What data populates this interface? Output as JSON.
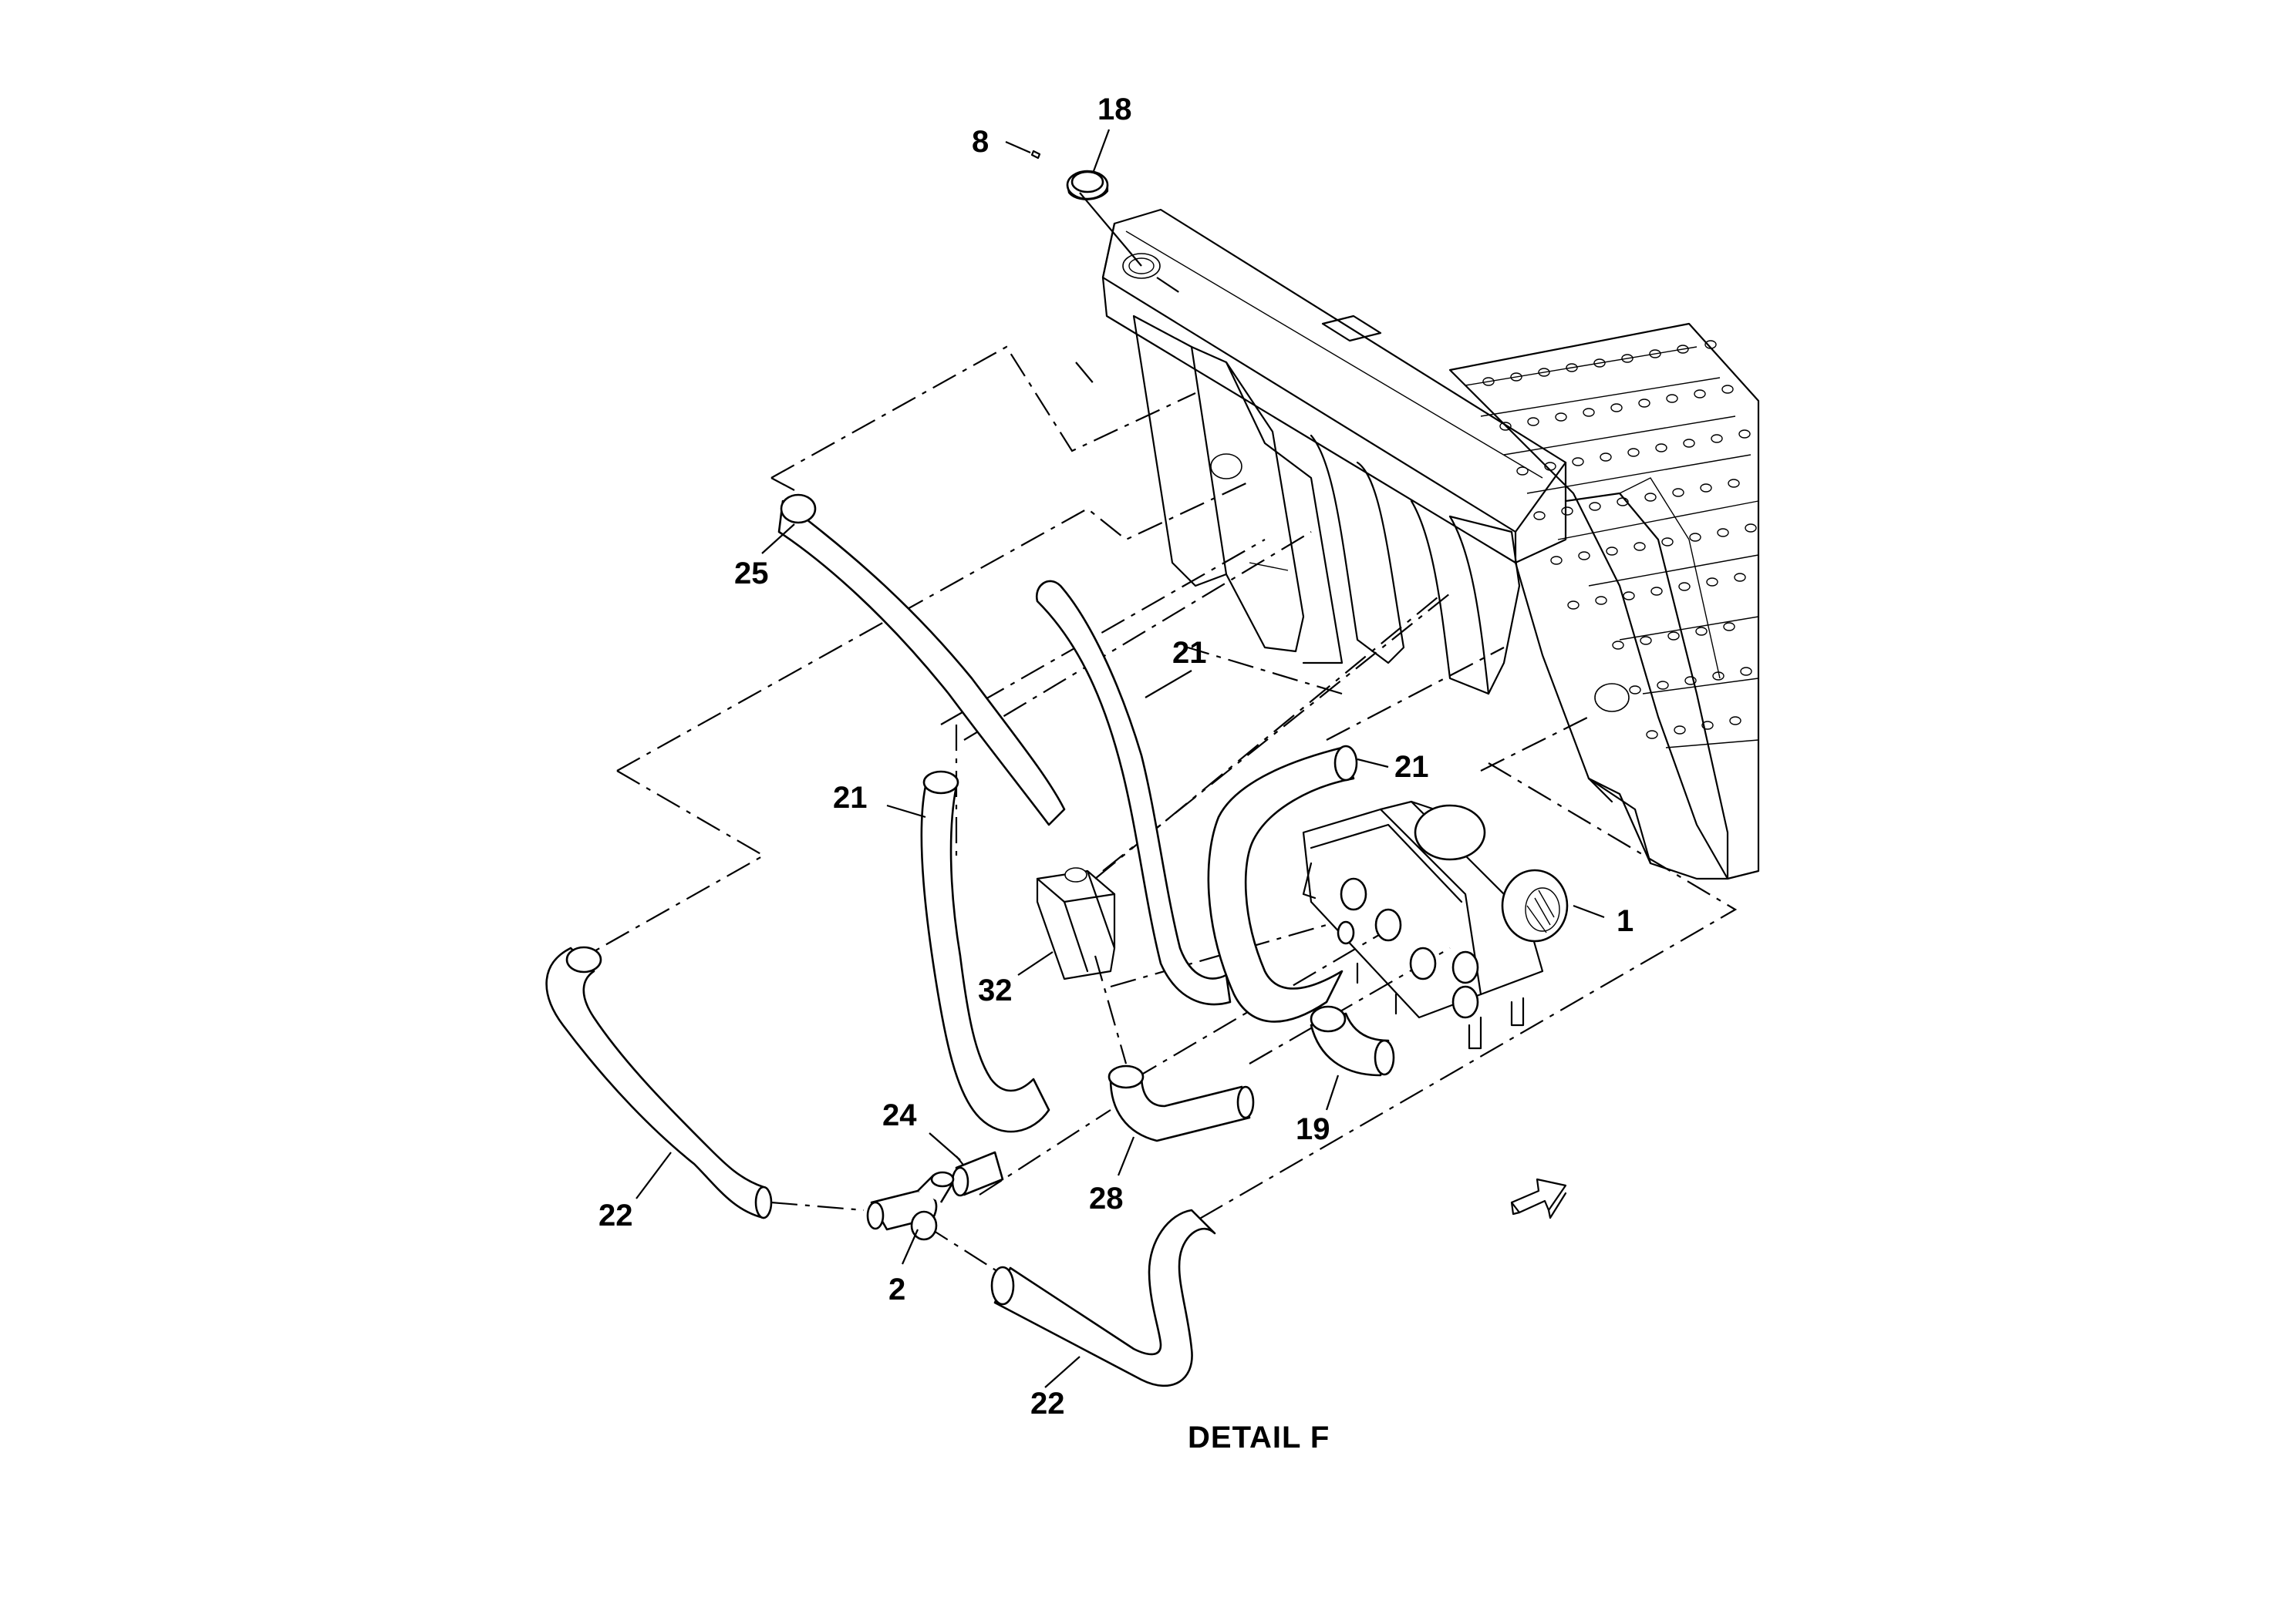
{
  "title": "DETAIL F",
  "callouts": [
    "18",
    "8",
    "25",
    "21",
    "21",
    "21",
    "1",
    "32",
    "24",
    "19",
    "28",
    "22",
    "2",
    "22"
  ],
  "colors": {
    "line": "#000000",
    "background": "#ffffff"
  },
  "icons": {
    "direction_arrow": "arrow-right-icon"
  }
}
